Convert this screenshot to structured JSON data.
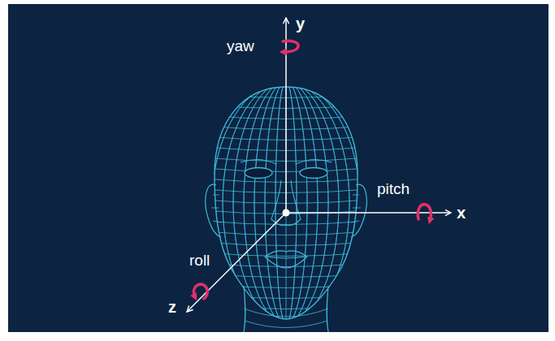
{
  "diagram": {
    "labels": [
      "yaw",
      "y",
      "pitch",
      "x",
      "roll",
      "z"
    ]
  }
}
